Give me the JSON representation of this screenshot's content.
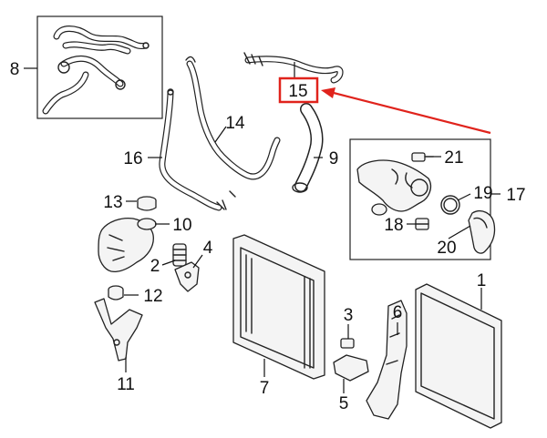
{
  "callouts": {
    "c1": "1",
    "c2": "2",
    "c3": "3",
    "c4": "4",
    "c5": "5",
    "c6": "6",
    "c7": "7",
    "c8": "8",
    "c9": "9",
    "c10": "10",
    "c11": "11",
    "c12": "12",
    "c13": "13",
    "c14": "14",
    "c15": "15",
    "c16": "16",
    "c17": "17",
    "c18": "18",
    "c19": "19",
    "c20": "20",
    "c21": "21"
  },
  "highlight": {
    "color": "#e0231c",
    "callout": "15"
  },
  "colors": {
    "line": "#222222",
    "background": "#ffffff"
  }
}
